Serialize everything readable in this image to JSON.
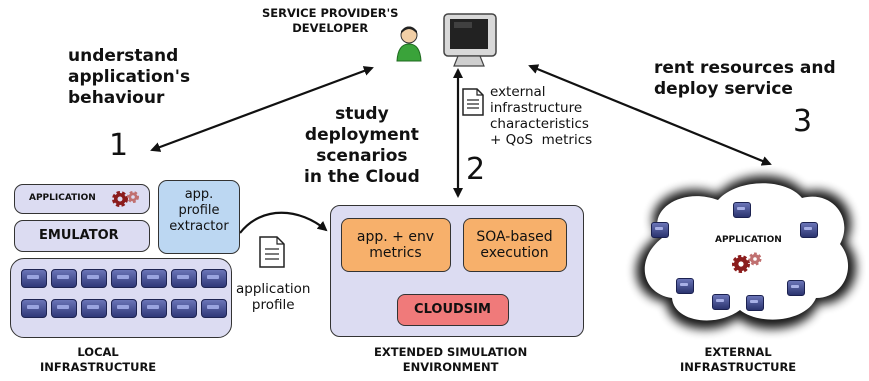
{
  "top": {
    "developer_label": "SERVICE PROVIDER'S\nDEVELOPER"
  },
  "left_text": {
    "understand": "understand\napplication's\nbehaviour",
    "step1": "1"
  },
  "center_text": {
    "study": "study\ndeployment\nscenarios\nin the Cloud",
    "step2": "2",
    "external_chars": "external\ninfrastructure\ncharacteristics\n+ QoS  metrics"
  },
  "right_text": {
    "rent": "rent resources and\ndeploy service",
    "step3": "3"
  },
  "local": {
    "application": "APPLICATION",
    "emulator": "EMULATOR",
    "extractor": "app.\nprofile\nextractor",
    "caption": "LOCAL\nINFRASTRUCTURE"
  },
  "profile_doc": {
    "label": "application\nprofile"
  },
  "simulation": {
    "metrics": "app. + env\nmetrics",
    "soa": "SOA-based\nexecution",
    "cloudsim": "CLOUDSIM",
    "caption": "EXTENDED SIMULATION\nENVIRONMENT"
  },
  "external": {
    "application": "APPLICATION",
    "caption": "EXTERNAL\nINFRASTRUCTURE"
  },
  "colors": {
    "lavender": "#dcdcf2",
    "blue_box": "#bcd7f2",
    "orange": "#f7b06b",
    "red": "#f07a7a",
    "server": "#3d4690"
  }
}
